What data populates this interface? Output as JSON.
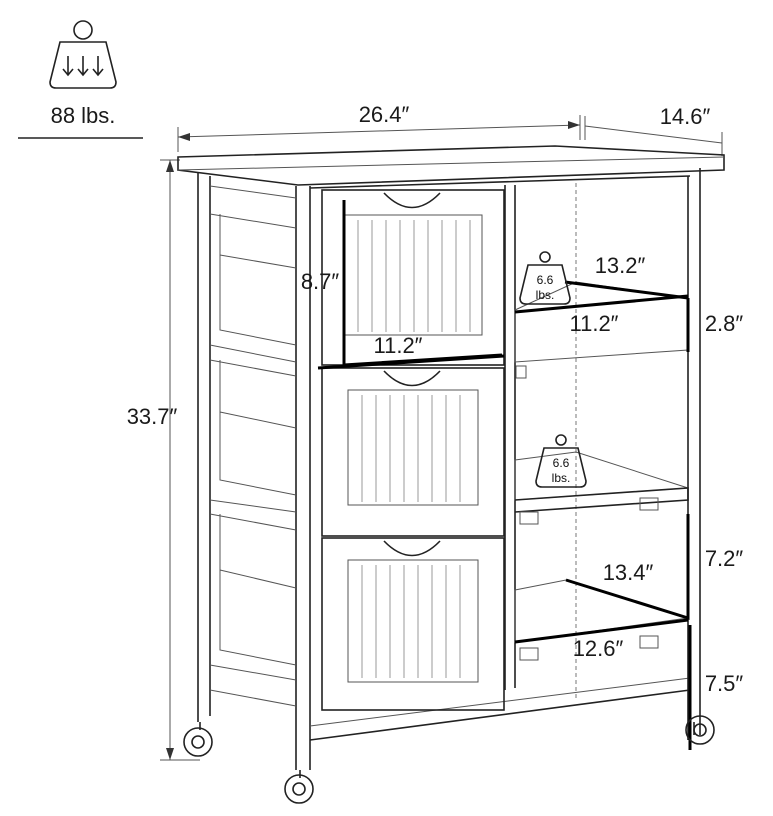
{
  "max_load": {
    "label": "88 lbs.",
    "icon": "weight-load-icon"
  },
  "dimensions": {
    "width": "26.4″",
    "depth": "14.6″",
    "height": "33.7″",
    "drawer_height": "8.7″",
    "drawer_width": "11.2″",
    "top_tray_depth": "13.2″",
    "top_tray_width": "11.2″",
    "top_tray_height": "2.8″",
    "bottom_shelf_depth": "13.4″",
    "bottom_shelf_width": "12.6″",
    "bottom_shelf_gap": "7.2″",
    "bottom_clearance": "7.5″"
  },
  "shelf_loads": {
    "tray_load_value": "6.6",
    "tray_load_unit": "lbs.",
    "shelf_load_value": "6.6",
    "shelf_load_unit": "lbs."
  },
  "colors": {
    "line": "#222222",
    "background": "#ffffff"
  }
}
